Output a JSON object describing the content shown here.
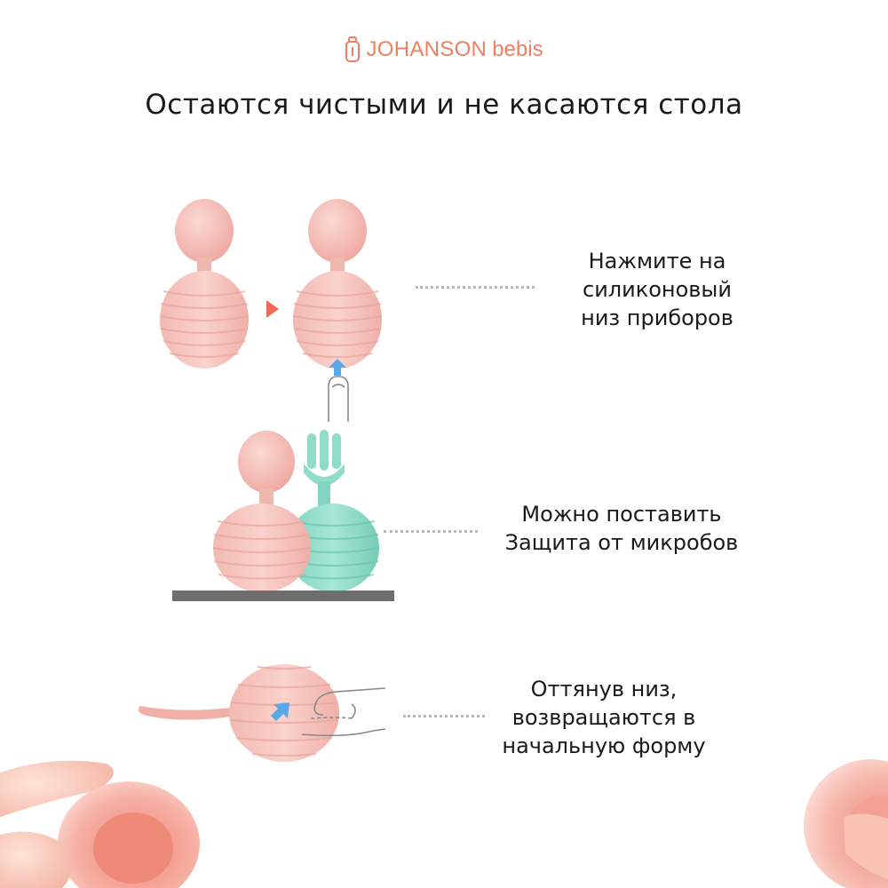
{
  "brand": {
    "name": "JOHANSON",
    "sub": "bebis",
    "color": "#ef7f62",
    "icon": "baby-bottle-icon"
  },
  "headline": "Остаются чистыми и не касаются стола",
  "steps": [
    {
      "lines": [
        "Нажмите на",
        "силиконовый",
        "низ приборов"
      ],
      "icons": [
        "spoon-pink-icon",
        "arrow-right-icon",
        "arrow-up-icon",
        "finger-press-icon"
      ]
    },
    {
      "lines": [
        "Можно поставить",
        "Защита от микробов"
      ],
      "icons": [
        "spoon-pink-icon",
        "fork-mint-icon",
        "table-surface-icon"
      ]
    },
    {
      "lines": [
        "Оттянув низ,",
        "возвращаются в",
        "начальную форму"
      ],
      "icons": [
        "spoon-side-icon",
        "hand-pull-icon",
        "arrow-diagonal-icon"
      ]
    }
  ],
  "colors": {
    "pink": "#f6c3bd",
    "pink_dark": "#eeaaa2",
    "mint": "#8fdcc9",
    "mint_dark": "#74ccb6",
    "arrow_red": "#f06a5a",
    "arrow_blue": "#5aa8e6",
    "table": "#6e6e6e"
  }
}
